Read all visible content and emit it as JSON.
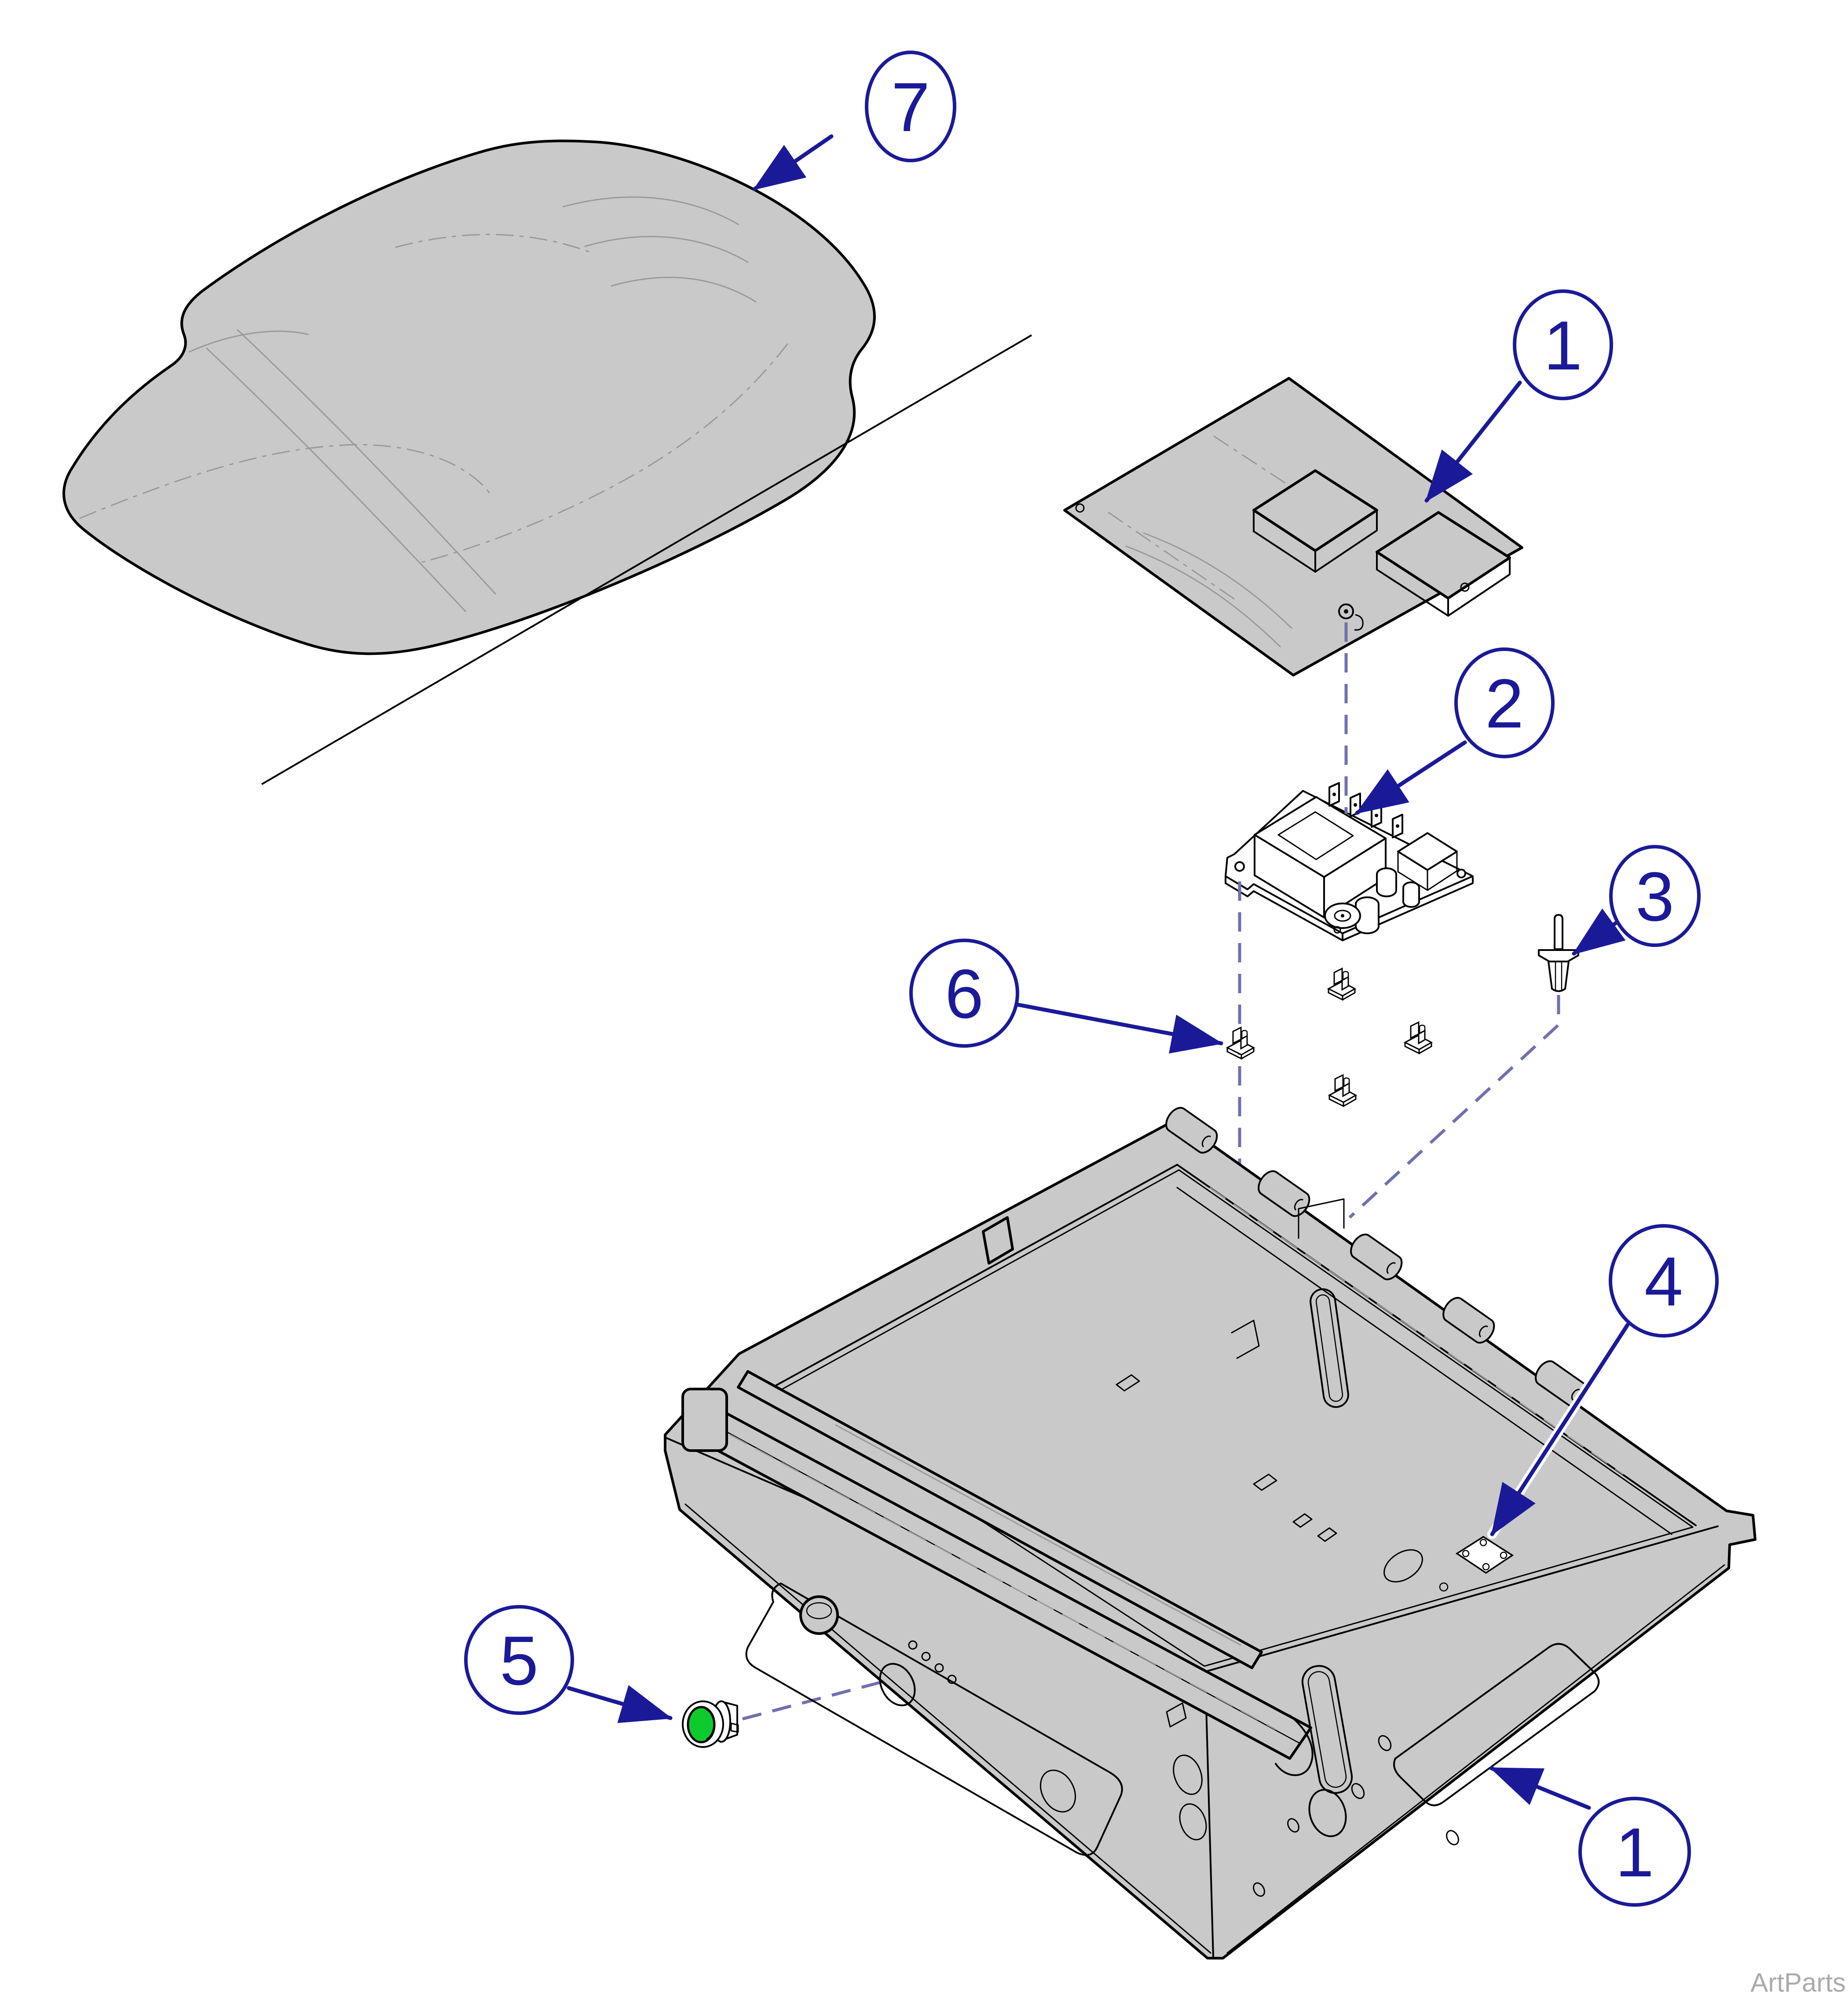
{
  "diagram": {
    "kind": "exploded-parts-diagram",
    "background": "#ffffff",
    "watermark": "ArtParts",
    "callouts": [
      {
        "id": "callout-7",
        "label": "7"
      },
      {
        "id": "callout-1-top",
        "label": "1"
      },
      {
        "id": "callout-2",
        "label": "2"
      },
      {
        "id": "callout-3",
        "label": "3"
      },
      {
        "id": "callout-6",
        "label": "6"
      },
      {
        "id": "callout-4",
        "label": "4"
      },
      {
        "id": "callout-5",
        "label": "5"
      },
      {
        "id": "callout-1-bottom",
        "label": "1"
      }
    ],
    "parts": [
      {
        "name": "seat-cushion",
        "callout": "7"
      },
      {
        "name": "cover-pan",
        "callout": "1"
      },
      {
        "name": "power-board",
        "callout": "2"
      },
      {
        "name": "push-in-fastener",
        "callout": "3"
      },
      {
        "name": "access-plate",
        "callout": "4"
      },
      {
        "name": "green-button",
        "callout": "5"
      },
      {
        "name": "standoff-clip",
        "callout": "6"
      },
      {
        "name": "seat-chassis",
        "callout": "1"
      }
    ],
    "colors": {
      "callout_navy": "#1a1a99",
      "part_gray": "#c9c9c9",
      "outline_black": "#000000",
      "seam_gray": "#9a9a9a",
      "dashed_slate": "#7070b0",
      "button_green": "#0ecb2d",
      "plate_white": "#ffffff",
      "watermark_gray": "#ababab"
    }
  }
}
